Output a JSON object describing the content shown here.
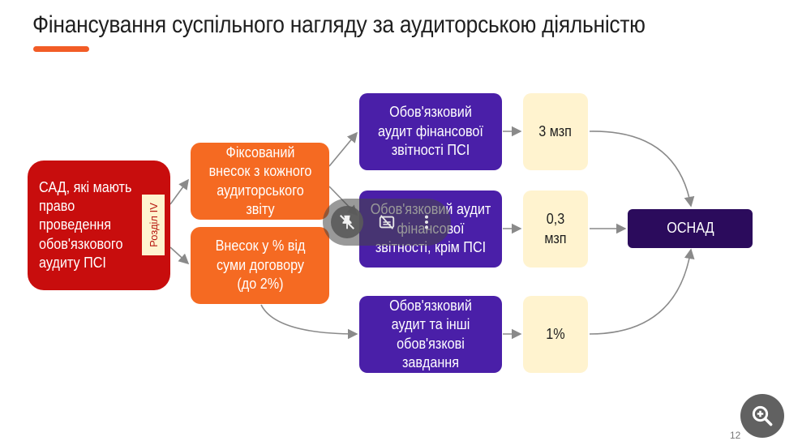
{
  "title": "Фінансування суспільного нагляду за аудиторською діяльністю",
  "source_box": "САД, які мають право проведення обов'язкового аудиту ПСІ",
  "section_tag": "Розділ IV",
  "fees": {
    "fixed": "Фіксований внесок з кожного аудиторського звіту",
    "percent": "Внесок у % від суми договору (до 2%)"
  },
  "services": [
    {
      "label": "Обов'язковий аудит фінансової звітності ПСІ",
      "rate": "3 мзп"
    },
    {
      "label": "Обов'язковий аудит фінансової звітності, крім ПСІ",
      "rate": "0,3 мзп"
    },
    {
      "label": "Обов'язковий аудит та інші обов'язкові завдання",
      "rate": "1%"
    }
  ],
  "target": "ОСНАД",
  "page_number": "12",
  "colors": {
    "accent": "#f25c26",
    "red": "#c80d0d",
    "orange": "#f56a22",
    "purple": "#4a1fa8",
    "cream": "#fff3cf",
    "dark": "#2b0b5c"
  },
  "icons": {
    "overlay": [
      "pin-off-icon",
      "captions-off-icon",
      "more-vertical-icon"
    ],
    "zoom": "zoom-in-icon"
  }
}
